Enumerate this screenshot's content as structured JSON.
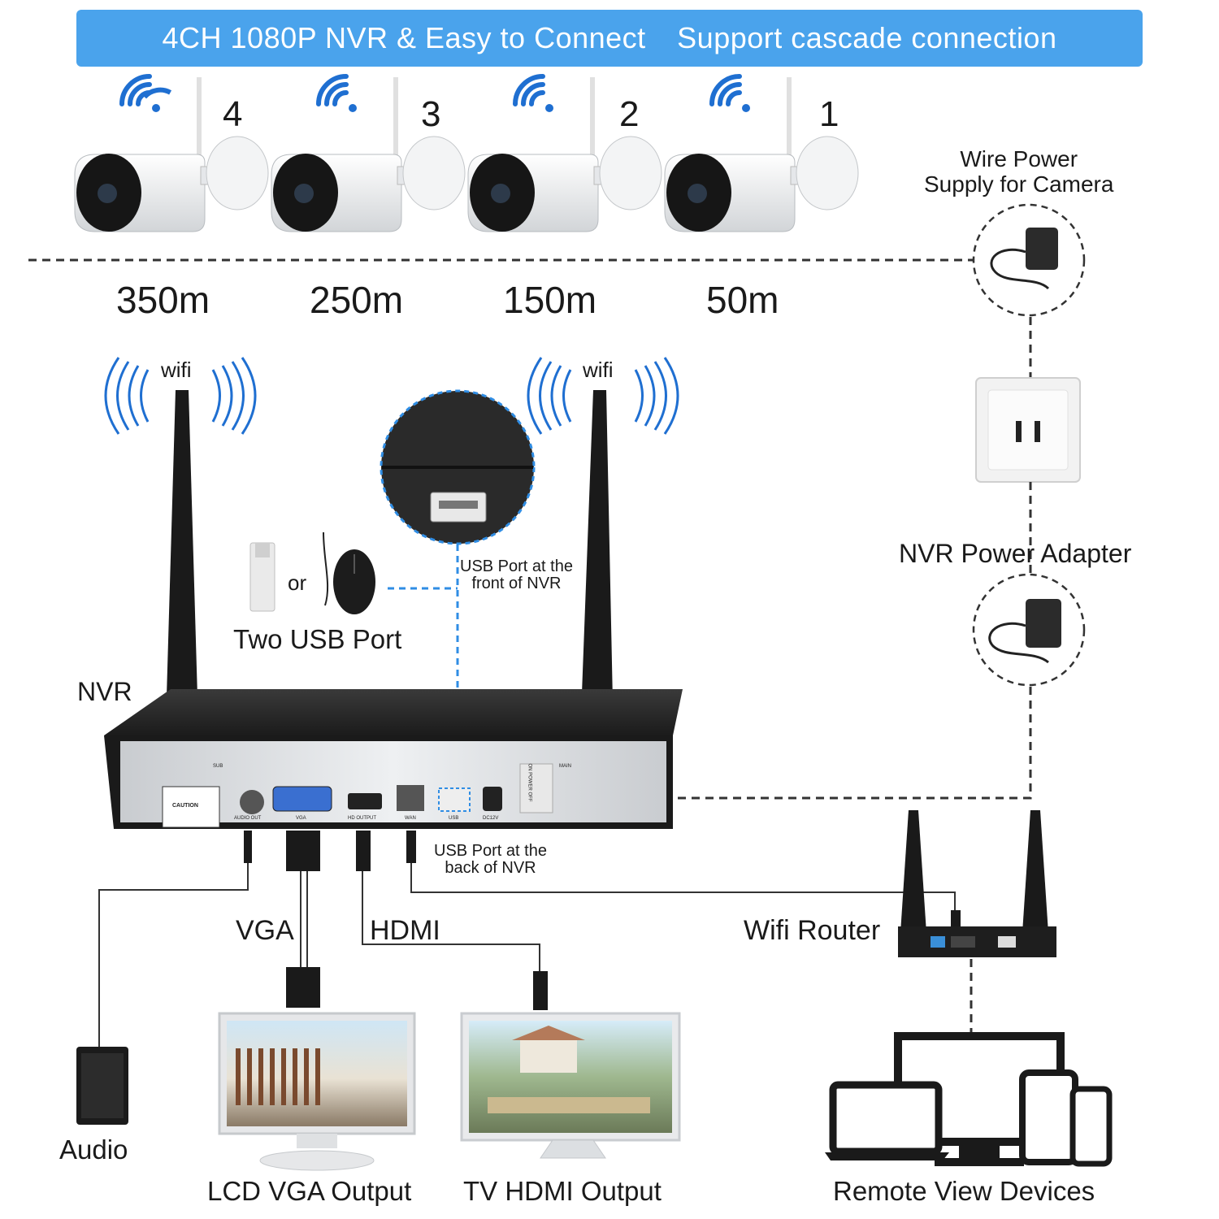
{
  "banner": {
    "part1": "4CH 1080P NVR & Easy to Connect",
    "part2": "Support cascade connection"
  },
  "cameras": [
    {
      "number": "4",
      "distance": "350m"
    },
    {
      "number": "3",
      "distance": "250m"
    },
    {
      "number": "2",
      "distance": "150m"
    },
    {
      "number": "1",
      "distance": "50m"
    }
  ],
  "labels": {
    "wire_power": "Wire Power\nSupply for Camera",
    "nvr_power_adapter": "NVR Power Adapter",
    "wifi_left": "wifi",
    "wifi_right": "wifi",
    "or": "or",
    "two_usb_port": "Two USB Port",
    "usb_front": "USB Port at the\nfront of NVR",
    "usb_back": "USB Port at the\nback of NVR",
    "nvr": "NVR",
    "vga": "VGA",
    "hdmi": "HDMI",
    "wifi_router": "Wifi Router",
    "audio": "Audio",
    "lcd_vga_output": "LCD VGA Output",
    "tv_hdmi_output": "TV HDMI Output",
    "remote_view_devices": "Remote View Devices"
  },
  "nvr_panel": {
    "caution": "CAUTION",
    "audio_out": "AUDIO OUT",
    "vga": "VGA",
    "hd_output": "HD OUTPUT",
    "wan": "WAN",
    "usb": "USB",
    "dc12v": "DC12V",
    "sub": "SUB",
    "main": "MAIN",
    "power_switch": "ON POWER OFF"
  },
  "colors": {
    "banner": "#4aa3ec",
    "wifi_signal": "#1f6fd1",
    "dashed_blue": "#2f8de4",
    "nvr_body": "#2a2a2a",
    "nvr_panel": "#d9dcdf"
  }
}
